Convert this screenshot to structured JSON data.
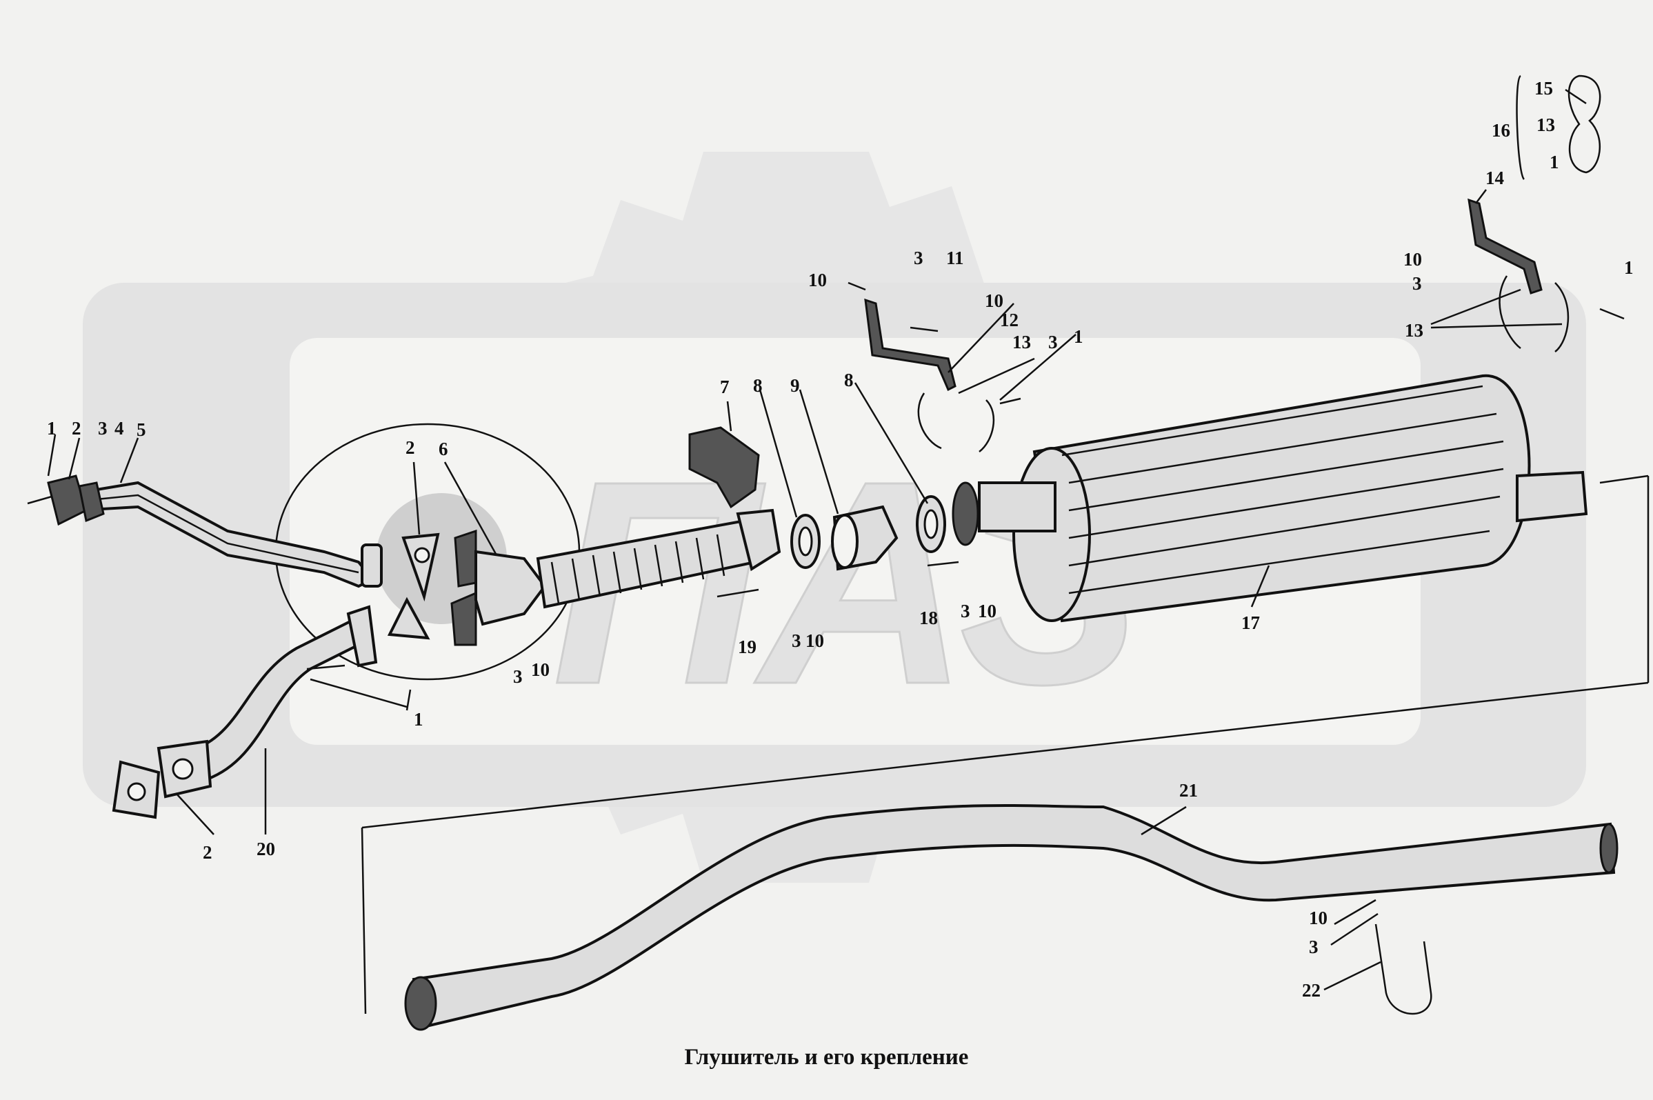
{
  "caption": "Глушитель и его крепление",
  "watermark": {
    "text": "ПАЗ",
    "color": "#e2e2e2"
  },
  "labels": [
    "1",
    "2",
    "3",
    "4",
    "5",
    "2",
    "6",
    "7",
    "8",
    "9",
    "8",
    "10",
    "3",
    "11",
    "10",
    "12",
    "13",
    "3",
    "1",
    "15",
    "16",
    "13",
    "1",
    "14",
    "10",
    "3",
    "1",
    "13",
    "3",
    "10",
    "19",
    "3",
    "10",
    "18",
    "3",
    "10",
    "17",
    "1",
    "2",
    "20",
    "21",
    "10",
    "3",
    "22"
  ],
  "colors": {
    "ink": "#111111",
    "background": "#f2f2f0",
    "gear": "#e6e6e6"
  }
}
